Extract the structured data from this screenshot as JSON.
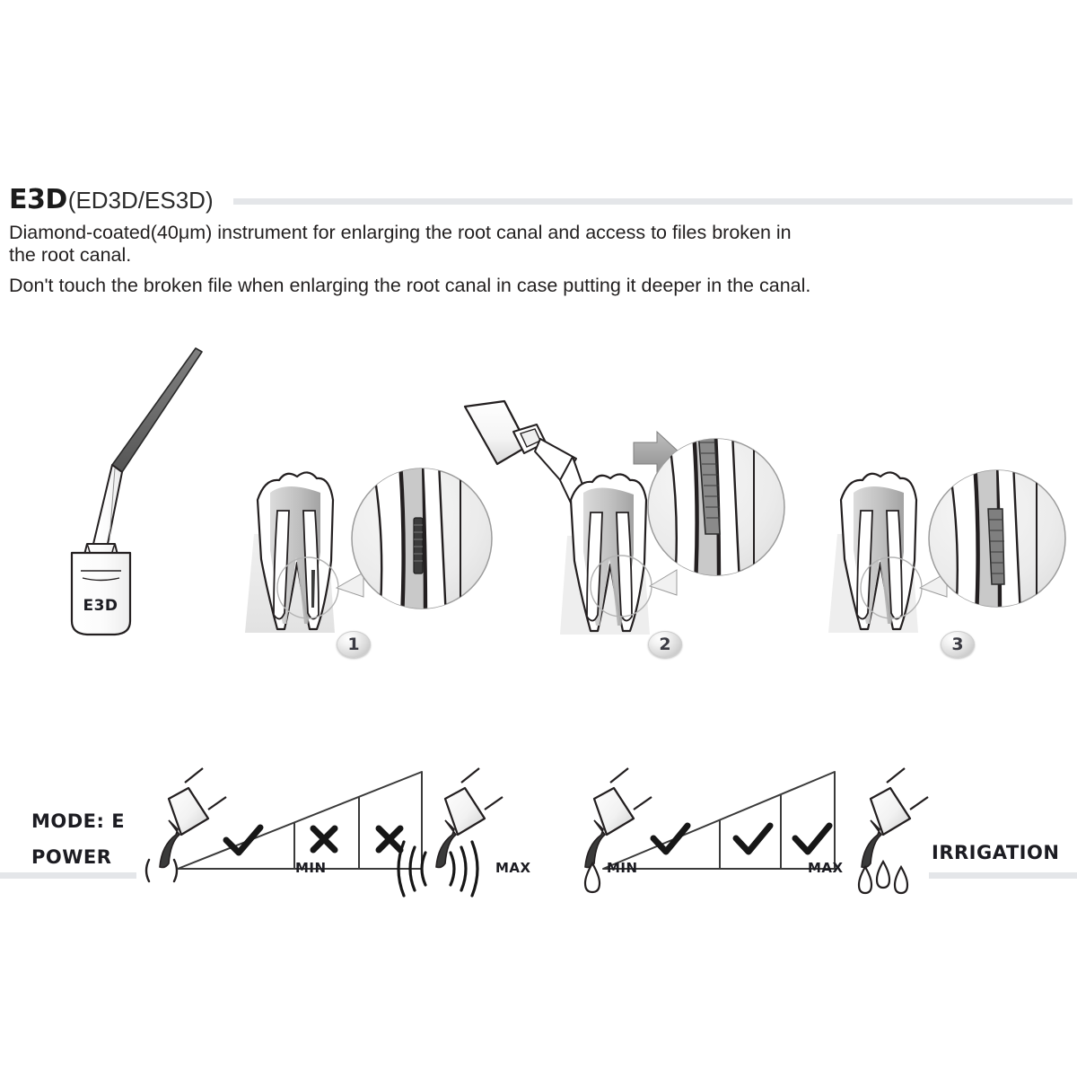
{
  "header": {
    "code": "E3D",
    "variants": "(ED3D/ES3D)",
    "description_line_1": "Diamond-coated(40μm) instrument for enlarging the root canal and access to files broken in",
    "description_line_2": "the root canal.",
    "description_line_3": "Don't touch the broken file when enlarging the root canal in case putting it deeper in the canal."
  },
  "tip": {
    "label": "E3D"
  },
  "steps": [
    {
      "number": "1"
    },
    {
      "number": "2"
    },
    {
      "number": "3"
    }
  ],
  "settings": {
    "mode_label": "MODE: E",
    "power_label": "POWER",
    "irrigation_label": "IRRIGATION",
    "power_scale": {
      "min_label": "MIN",
      "max_label": "MAX",
      "marks": [
        "check",
        "cross",
        "cross"
      ]
    },
    "irrigation_scale": {
      "min_label": "MIN",
      "max_label": "MAX",
      "marks": [
        "check",
        "check",
        "check"
      ]
    }
  },
  "colors": {
    "rule": "#e4e6e9",
    "text": "#221f1f",
    "outline": "#231f20",
    "badge_text": "#3a3a42",
    "tip_coating": "#6d6d6d"
  }
}
